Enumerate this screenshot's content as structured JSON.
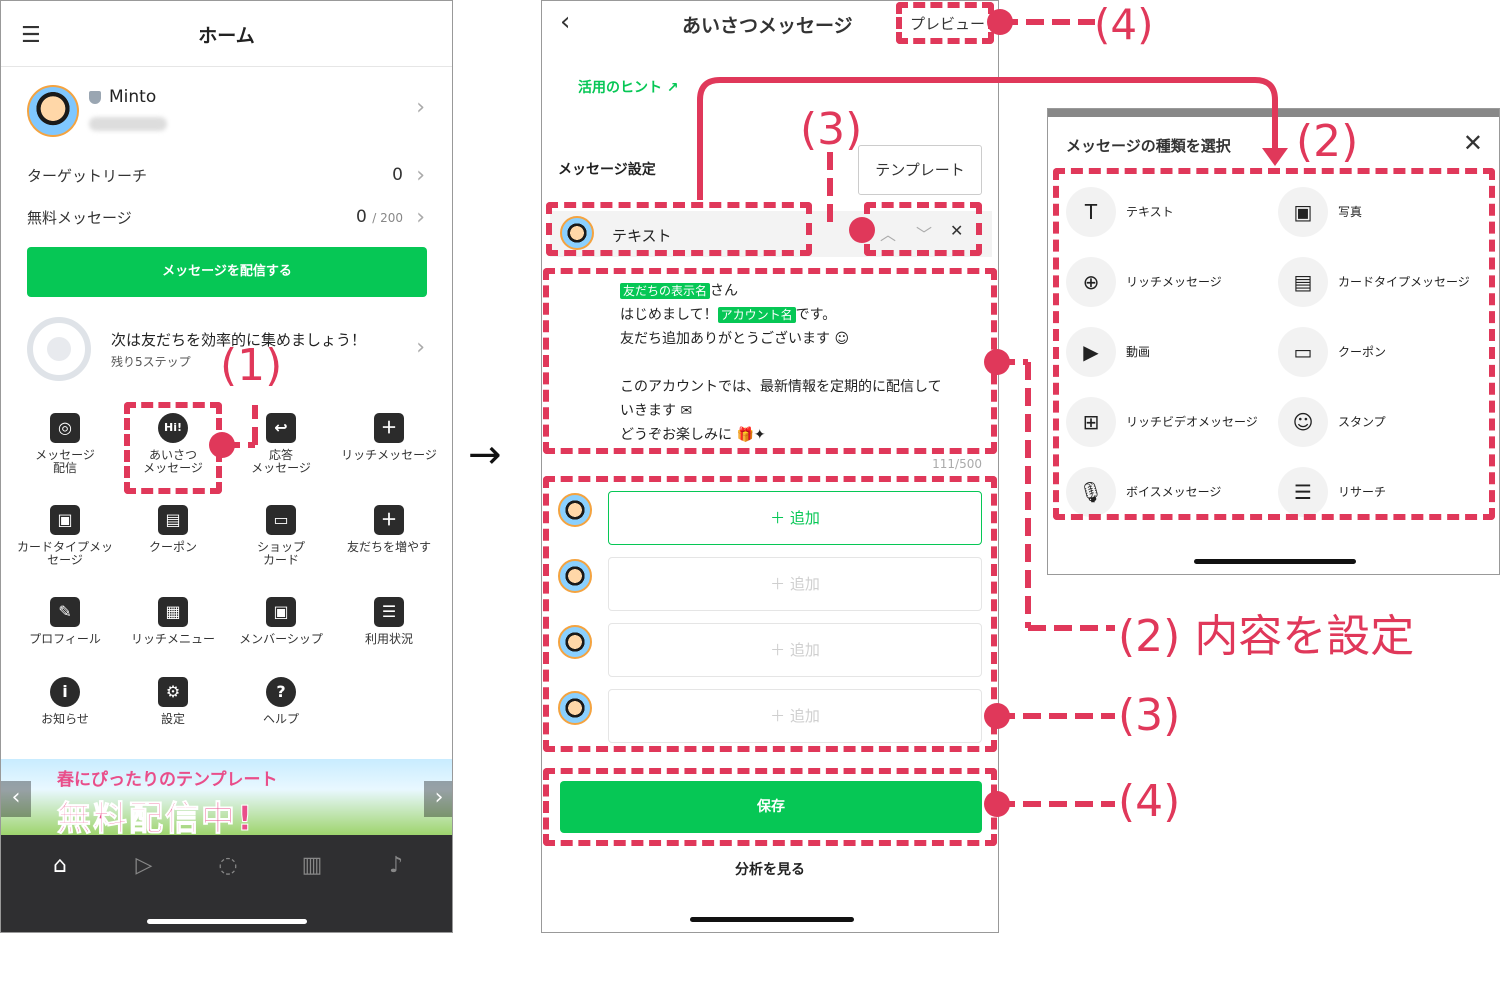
{
  "home": {
    "title": "ホーム",
    "profile_name": "Minto",
    "target_reach_label": "ターゲットリーチ",
    "target_reach_value": "0",
    "free_message_label": "無料メッセージ",
    "free_message_value": "0",
    "free_message_total": "/ 200",
    "broadcast_button": "メッセージを配信する",
    "steps_title": "次は友だちを効率的に集めましょう！",
    "steps_sub": "残り5ステップ",
    "grid": [
      {
        "label": "メッセージ\n配信",
        "icon": "broadcast-icon"
      },
      {
        "label": "あいさつ\nメッセージ",
        "icon": "hi-bubble-icon"
      },
      {
        "label": "応答\nメッセージ",
        "icon": "reply-icon"
      },
      {
        "label": "リッチメッセージ",
        "icon": "rich-message-icon"
      },
      {
        "label": "カードタイプメッ\nセージ",
        "icon": "card-type-icon"
      },
      {
        "label": "クーポン",
        "icon": "coupon-icon"
      },
      {
        "label": "ショップ\nカード",
        "icon": "shop-card-icon"
      },
      {
        "label": "友だちを増やす",
        "icon": "add-friend-icon"
      },
      {
        "label": "プロフィール",
        "icon": "profile-icon"
      },
      {
        "label": "リッチメニュー",
        "icon": "rich-menu-icon"
      },
      {
        "label": "メンバーシップ",
        "icon": "membership-icon"
      },
      {
        "label": "利用状況",
        "icon": "usage-icon"
      },
      {
        "label": "お知らせ",
        "icon": "info-icon"
      },
      {
        "label": "設定",
        "icon": "gear-icon"
      },
      {
        "label": "ヘルプ",
        "icon": "help-icon"
      }
    ],
    "banner_line1": "春にぴったりのテンプレート",
    "banner_line2": "無料配信中!"
  },
  "greeting": {
    "title": "あいさつメッセージ",
    "preview": "プレビュー",
    "hint": "活用のヒント",
    "message_setting": "メッセージ設定",
    "template": "テンプレート",
    "type_label": "テキスト",
    "tag_friend_name": "友だちの表示名",
    "tag_account_name": "アカウント名",
    "line1_suffix": "さん",
    "line2_prefix": "はじめまして！",
    "line2_suffix": "です。",
    "line3": "友だち追加ありがとうございます",
    "line4": "このアカウントでは、最新情報を定期的に配信して",
    "line5": "いきます",
    "line6": "どうぞお楽しみに",
    "counter": "111/500",
    "add_label": "＋ 追加",
    "save": "保存",
    "analysis": "分析を見る"
  },
  "type_panel": {
    "title": "メッセージの種類を選択",
    "options": [
      {
        "label": "テキスト",
        "icon": "text-icon",
        "glyph": "T"
      },
      {
        "label": "写真",
        "icon": "photo-icon",
        "glyph": "▣"
      },
      {
        "label": "リッチメッセージ",
        "icon": "rich-message-icon",
        "glyph": "⊕"
      },
      {
        "label": "カードタイプメッセージ",
        "icon": "card-type-icon",
        "glyph": "▤"
      },
      {
        "label": "動画",
        "icon": "video-icon",
        "glyph": "▶"
      },
      {
        "label": "クーポン",
        "icon": "coupon-icon",
        "glyph": "▭"
      },
      {
        "label": "リッチビデオメッセージ",
        "icon": "rich-video-icon",
        "glyph": "⊞"
      },
      {
        "label": "スタンプ",
        "icon": "sticker-icon",
        "glyph": "☺"
      },
      {
        "label": "ボイスメッセージ",
        "icon": "mic-icon",
        "glyph": "🎙"
      },
      {
        "label": "リサーチ",
        "icon": "research-icon",
        "glyph": "☰"
      }
    ]
  },
  "annotations": {
    "a1": "(1)",
    "a2": "(2)",
    "a2_content": "(2) 内容を設定",
    "a3": "(3)",
    "a4": "(4)",
    "arrow": "→"
  },
  "colors": {
    "accent_green": "#06c755",
    "annotation_red": "#e0385a",
    "tabbar": "#2f2f31"
  }
}
